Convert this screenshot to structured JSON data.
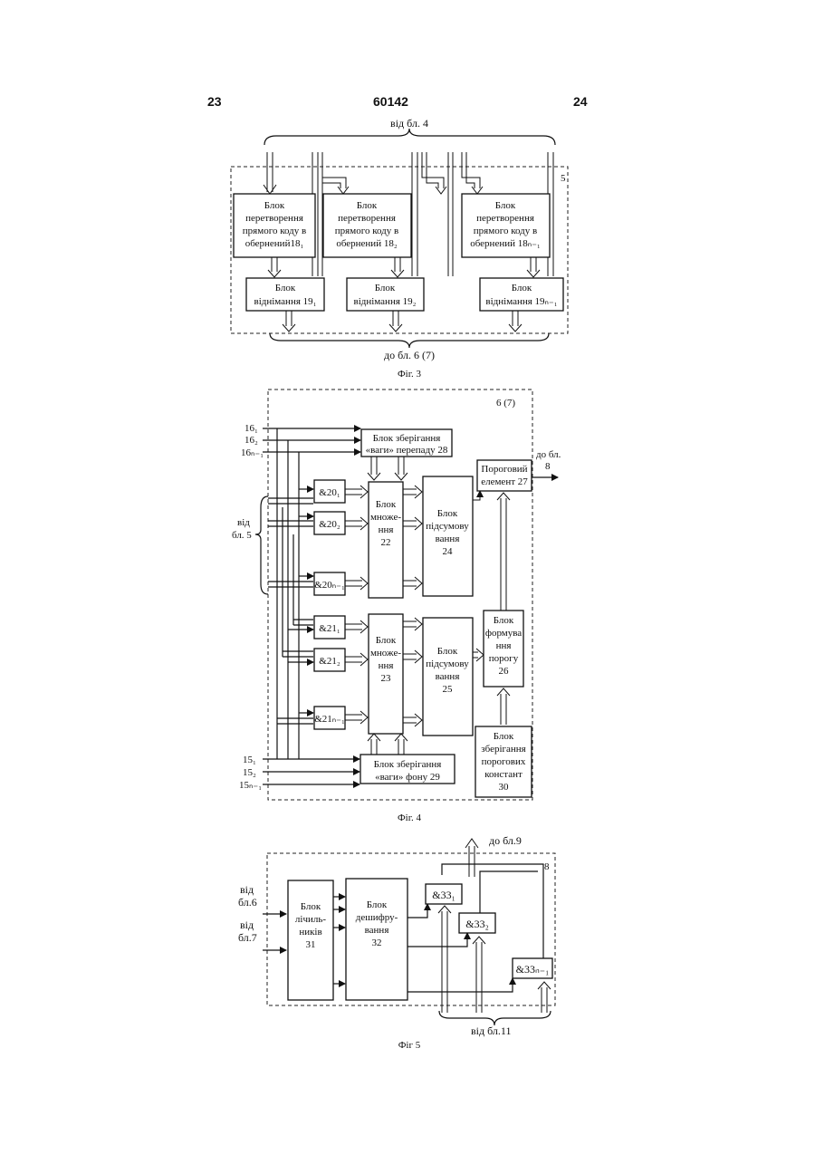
{
  "header": {
    "page_left": "23",
    "patent_number": "60142",
    "page_right": "24"
  },
  "fig3": {
    "top_label": "від бл. 4",
    "block_number": "5",
    "conv1": [
      "Блок",
      "перетворення",
      "прямого коду в",
      "обернений18₁"
    ],
    "conv2": [
      "Блок",
      "перетворення",
      "прямого коду в",
      "обернений 18₂"
    ],
    "conv3": [
      "Блок",
      "перетворення",
      "прямого коду в",
      "обернений 18ₙ₋₁"
    ],
    "sub1": [
      "Блок",
      "віднімання 19₁"
    ],
    "sub2": [
      "Блок",
      "віднімання 19₂"
    ],
    "sub3": [
      "Блок",
      "віднімання 19ₙ₋₁"
    ],
    "bottom_label": "до бл. 6 (7)",
    "caption": "Фіг. 3"
  },
  "fig4": {
    "block_number": "6 (7)",
    "in16": [
      "16₁",
      "16₂",
      "16ₙ₋₁"
    ],
    "in15": [
      "15₁",
      "15₂",
      "15ₙ₋₁"
    ],
    "from5": [
      "від",
      "бл. 5"
    ],
    "to8": [
      "до бл.",
      "8"
    ],
    "store28": [
      "Блок зберігання",
      "«ваги» перепаду 28"
    ],
    "store29": [
      "Блок зберігання",
      "«ваги» фону 29"
    ],
    "and20": [
      "&20₁",
      "&20₂",
      "&20ₙ₋₁"
    ],
    "and21": [
      "&21₁",
      "&21₂",
      "&21ₙ₋₁"
    ],
    "mult22": [
      "Блок",
      "множе-",
      "ння",
      "22"
    ],
    "mult23": [
      "Блок",
      "множе-",
      "ння",
      "23"
    ],
    "sum24": [
      "Блок",
      "підсумову",
      "вання",
      "24"
    ],
    "sum25": [
      "Блок",
      "підсумову",
      "вання",
      "25"
    ],
    "threshold27": [
      "Пороговий",
      "елемент 27"
    ],
    "form26": [
      "Блок",
      "формува",
      "ння",
      "порогу",
      "26"
    ],
    "store30": [
      "Блок",
      "зберігання",
      "порогових",
      "констант",
      "30"
    ],
    "caption": "Фіг. 4"
  },
  "fig5": {
    "block_number": "8",
    "to9": "до бл.9",
    "from6": [
      "від",
      "бл.6"
    ],
    "from7": [
      "від",
      "бл.7"
    ],
    "counters31": [
      "Блок",
      "лічиль-",
      "ників",
      "31"
    ],
    "decoder32": [
      "Блок",
      "дешифру-",
      "вання",
      "32"
    ],
    "and33": [
      "&33₁",
      "&33₂",
      "&33ₙ₋₁"
    ],
    "from11": "від бл.11",
    "caption": "Фіг 5"
  }
}
